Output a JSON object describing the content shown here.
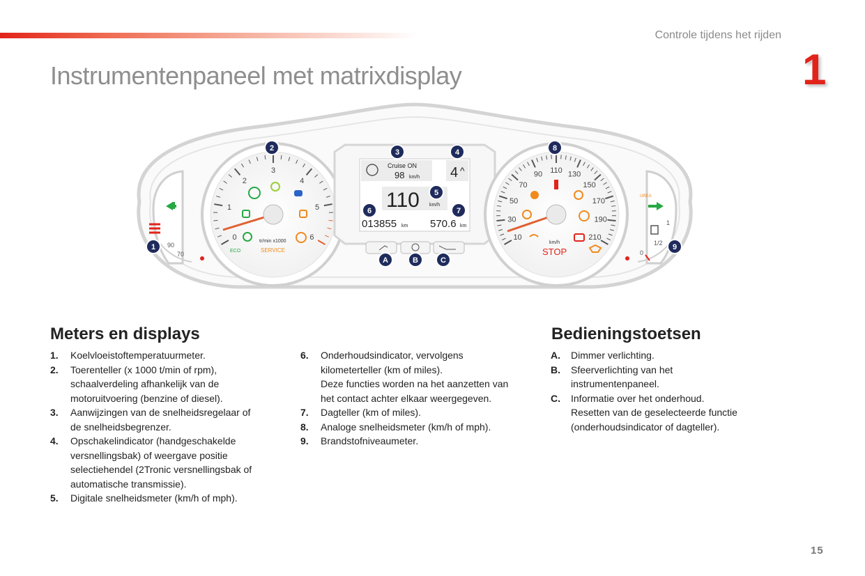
{
  "header": {
    "section": "Controle tijdens het rijden",
    "chapter": "1",
    "title": "Instrumentenpaneel met matrixdisplay"
  },
  "diagram": {
    "markers": [
      "1",
      "2",
      "3",
      "4",
      "5",
      "6",
      "7",
      "8",
      "9",
      "A",
      "B",
      "C"
    ],
    "display": {
      "cruise": "Cruise ON",
      "cruise_speed": "98",
      "cruise_unit": "km/h",
      "gear": "4",
      "gear_arrow": "^",
      "speed": "110",
      "speed_unit": "km/h",
      "odometer": "013855",
      "odometer_unit": "km",
      "tripmeter": "570.6",
      "trip_unit": "km"
    },
    "tacho": {
      "ticks": [
        "0",
        "1",
        "2",
        "3",
        "4",
        "5",
        "6"
      ],
      "unit": "tr/min x1000",
      "eco": "ECO",
      "service": "SERVICE"
    },
    "speedo": {
      "ticks": [
        "10",
        "30",
        "50",
        "70",
        "90",
        "110",
        "130",
        "150",
        "170",
        "190",
        "210"
      ],
      "unit": "km/h",
      "stop": "STOP"
    },
    "coolant": {
      "ticks": [
        "90",
        "70"
      ]
    },
    "fuel": {
      "ticks": [
        "1",
        "1/2",
        "0"
      ],
      "urea": "UREA"
    }
  },
  "meters": {
    "heading": "Meters en displays",
    "items": [
      {
        "num": "1.",
        "lines": [
          "Koelvloeistoftemperatuurmeter."
        ]
      },
      {
        "num": "2.",
        "lines": [
          "Toerenteller (x 1000 t/min of rpm),",
          "schaalverdeling afhankelijk van de",
          "motoruitvoering (benzine of diesel)."
        ]
      },
      {
        "num": "3.",
        "lines": [
          "Aanwijzingen van de snelheidsregelaar of",
          "de snelheidsbegrenzer."
        ]
      },
      {
        "num": "4.",
        "lines": [
          "Opschakelindicator (handgeschakelde",
          "versnellingsbak) of weergave positie",
          "selectiehendel (2Tronic versnellingsbak of",
          "automatische transmissie)."
        ]
      },
      {
        "num": "5.",
        "lines": [
          "Digitale snelheidsmeter (km/h of mph)."
        ]
      }
    ],
    "items2": [
      {
        "num": "6.",
        "lines": [
          "Onderhoudsindicator, vervolgens",
          "kilometerteller (km of miles).",
          "Deze functies worden na het aanzetten van",
          "het contact achter elkaar weergegeven."
        ]
      },
      {
        "num": "7.",
        "lines": [
          "Dagteller (km of miles)."
        ]
      },
      {
        "num": "8.",
        "lines": [
          "Analoge snelheidsmeter (km/h of mph)."
        ]
      },
      {
        "num": "9.",
        "lines": [
          "Brandstofniveaumeter."
        ]
      }
    ]
  },
  "controls": {
    "heading": "Bedieningstoetsen",
    "items": [
      {
        "num": "A.",
        "lines": [
          "Dimmer verlichting."
        ]
      },
      {
        "num": "B.",
        "lines": [
          "Sfeerverlichting van het",
          "instrumentenpaneel."
        ]
      },
      {
        "num": "C.",
        "lines": [
          "Informatie over het onderhoud.",
          "Resetten van de geselecteerde functie",
          "(onderhoudsindicator of dagteller)."
        ]
      }
    ]
  },
  "page_number": "15",
  "colors": {
    "accent": "#e2231a",
    "marker": "#1e2b5c",
    "warning": "#f08a1c",
    "green": "#27a844"
  }
}
